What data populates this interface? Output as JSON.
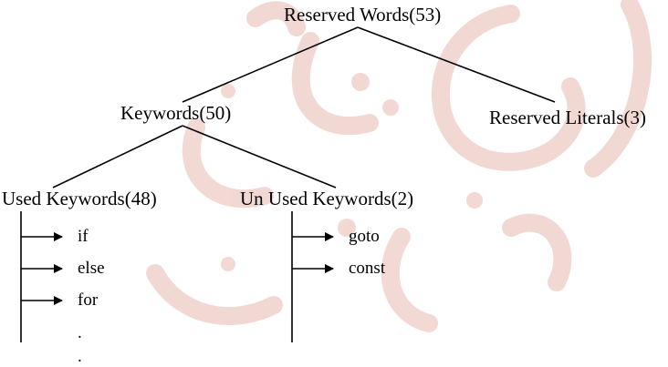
{
  "tree": {
    "root": {
      "label": "Reserved Words(53)"
    },
    "keywords": {
      "label": "Keywords(50)"
    },
    "reserved_literals": {
      "label": "Reserved Literals(3)"
    },
    "used_keywords": {
      "label": "Used Keywords(48)",
      "items": [
        "if",
        "else",
        "for",
        ".",
        "."
      ]
    },
    "unused_keywords": {
      "label": "Un Used Keywords(2)",
      "items": [
        "goto",
        "const"
      ]
    }
  },
  "colors": {
    "ink": "#000000",
    "watermark": "#f0d2cc",
    "background": "#ffffff"
  }
}
